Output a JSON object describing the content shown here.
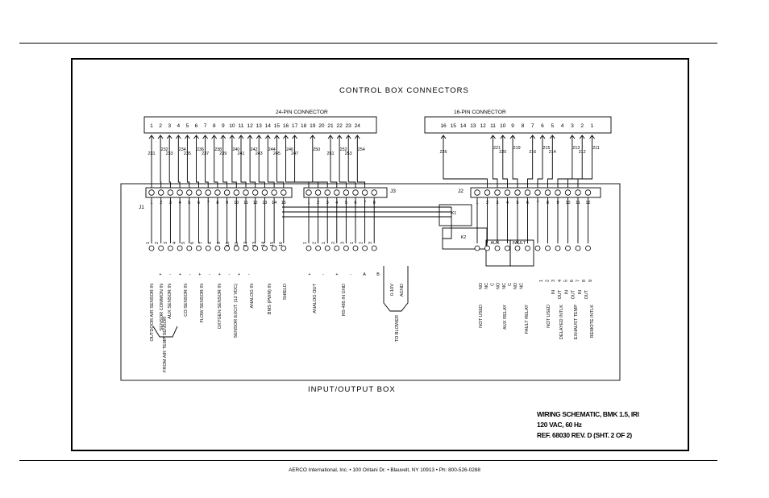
{
  "titles": {
    "control_box": "CONTROL BOX CONNECTORS",
    "connector_24": "24-PIN CONNECTOR",
    "connector_16": "16-PIN CONNECTOR",
    "io_box": "INPUT/OUTPUT BOX"
  },
  "labels": {
    "j1": "J1",
    "j2": "J2",
    "j3": "J3",
    "blower": "TO BLOWER",
    "from_air": "FROM AIR TEMP SENSOR"
  },
  "pins24": [
    "1",
    "2",
    "3",
    "4",
    "5",
    "6",
    "7",
    "8",
    "9",
    "10",
    "11",
    "12",
    "13",
    "14",
    "15",
    "16",
    "17",
    "18",
    "19",
    "20",
    "21",
    "22",
    "23",
    "24"
  ],
  "pins16": [
    "16",
    "15",
    "14",
    "13",
    "12",
    "11",
    "10",
    "9",
    "8",
    "7",
    "6",
    "5",
    "4",
    "3",
    "2",
    "1"
  ],
  "wires24": [
    "231",
    "232",
    "233",
    "234",
    "235",
    "236",
    "237",
    "238",
    "239",
    "240",
    "241",
    "242",
    "243",
    "244",
    "245",
    "246",
    "247",
    "250",
    "251",
    "252",
    "253",
    "254"
  ],
  "wires16": [
    "226",
    "221",
    "220",
    "219",
    "216",
    "215",
    "214",
    "213",
    "212",
    "211"
  ],
  "j1_pins": [
    "1",
    "2",
    "3",
    "4",
    "5",
    "6",
    "7",
    "8",
    "9",
    "10",
    "11",
    "12",
    "13",
    "14",
    "15"
  ],
  "j3_pins": [
    "1",
    "2",
    "3",
    "4",
    "5",
    "6",
    "7",
    "8"
  ],
  "j2_pins": [
    "1",
    "2",
    "3",
    "4",
    "5",
    "6",
    "7",
    "8",
    "9",
    "10",
    "11",
    "12"
  ],
  "relay_labels": [
    "K1",
    "K2",
    "AUX",
    "FAULT"
  ],
  "j1_terms": [
    "1",
    "2",
    "3",
    "4",
    "5",
    "6",
    "7",
    "8",
    "9",
    "10",
    "11",
    "12",
    "13",
    "14",
    "15",
    "16"
  ],
  "j1_signs": [
    "+",
    "-",
    "+",
    "-",
    "+",
    "-",
    "+",
    "-",
    "+",
    "-"
  ],
  "j1_signals": [
    "OUTDOOR AIR SENSOR IN",
    "SENSOR COMMON IN",
    "AUX SENSOR IN",
    "CO SENSOR IN",
    "FLOW SENSOR IN",
    "OXYGEN SENSOR IN",
    "SENSOR EXCIT. (12 VDC)",
    "ANALOG IN",
    "BMS (PWM) IN",
    "SHIELD"
  ],
  "j3_terms": [
    "1",
    "2",
    "1",
    "2",
    "3",
    "1",
    "2",
    "3"
  ],
  "j3_signals": [
    "ANALOG OUT",
    "RS-485 IN GND",
    "0-10V",
    "AGND"
  ],
  "j3_pm": [
    "+",
    "-",
    "+",
    "-",
    "A",
    "B"
  ],
  "j2_terms": [
    "NO",
    "NC",
    "C",
    "NO",
    "NC",
    "C",
    "NO",
    "NC"
  ],
  "j2_outs": [
    "1",
    "2",
    "3",
    "4",
    "5",
    "6",
    "7",
    "8",
    "9"
  ],
  "j2_signals": [
    "NOT USED",
    "AUX RELAY",
    "FAULT RELAY",
    "NOT USED",
    "DELAYED INTLK",
    "EXHAUST TEMP",
    "REMOTE INTLK"
  ],
  "j2_inout": [
    "IN",
    "OUT",
    "IN",
    "OUT",
    "IN",
    "OUT"
  ],
  "block": {
    "line1": "WIRING SCHEMATIC, BMK 1.5, IRI",
    "line2": "120 VAC, 60 Hz",
    "line3": "REF. 68030 REV. D (SHT. 2 OF 2)"
  },
  "footer": "AERCO International, Inc. • 100 Oritani Dr. • Blauvelt, NY 10913 • Ph: 800-526-0288"
}
